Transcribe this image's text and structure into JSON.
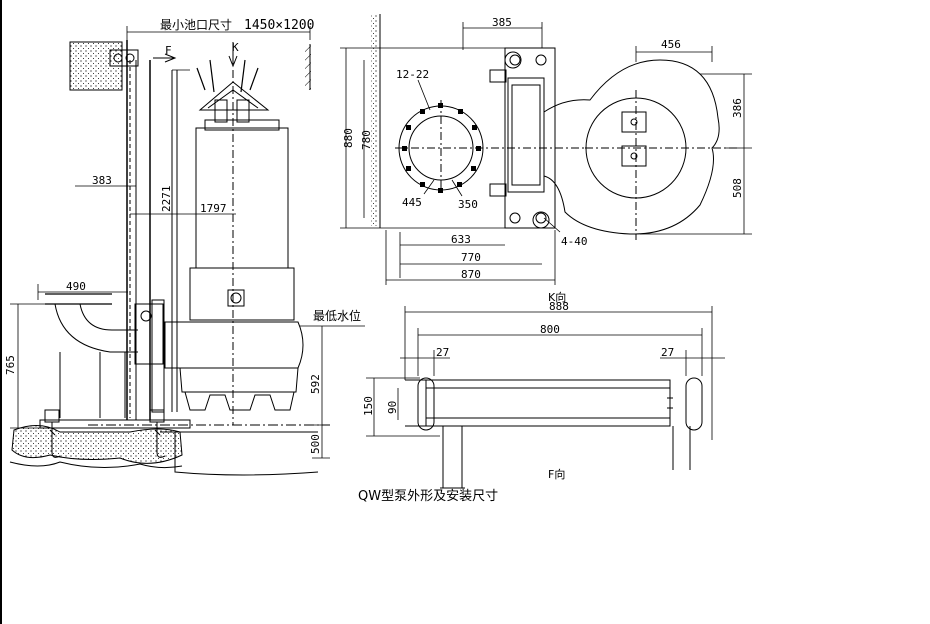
{
  "side_view": {
    "pool_opening": "最小池口尺寸",
    "pool_opening_size": "1450×1200",
    "view_f_marker": "F",
    "view_k_marker": "K",
    "dim_383": "383",
    "dim_2271": "2271",
    "dim_1797": "1797",
    "dim_490": "490",
    "dim_765": "765",
    "dim_592": "592",
    "dim_500": "500",
    "min_water_level": "最低水位"
  },
  "k_view": {
    "dim_385": "385",
    "dim_456": "456",
    "dim_880": "880",
    "dim_780": "780",
    "dim_386": "386",
    "dim_508": "508",
    "holes_12_22": "12-22",
    "dim_445": "445",
    "dim_350": "350",
    "dim_633": "633",
    "holes_4_40": "4-40",
    "dim_770": "770",
    "dim_870": "870",
    "label": "K向"
  },
  "f_view": {
    "dim_888": "888",
    "dim_800": "800",
    "dim_27_left": "27",
    "dim_27_right": "27",
    "dim_150": "150",
    "dim_90": "90",
    "label": "F向"
  },
  "caption": "QW型泵外形及安装尺寸"
}
